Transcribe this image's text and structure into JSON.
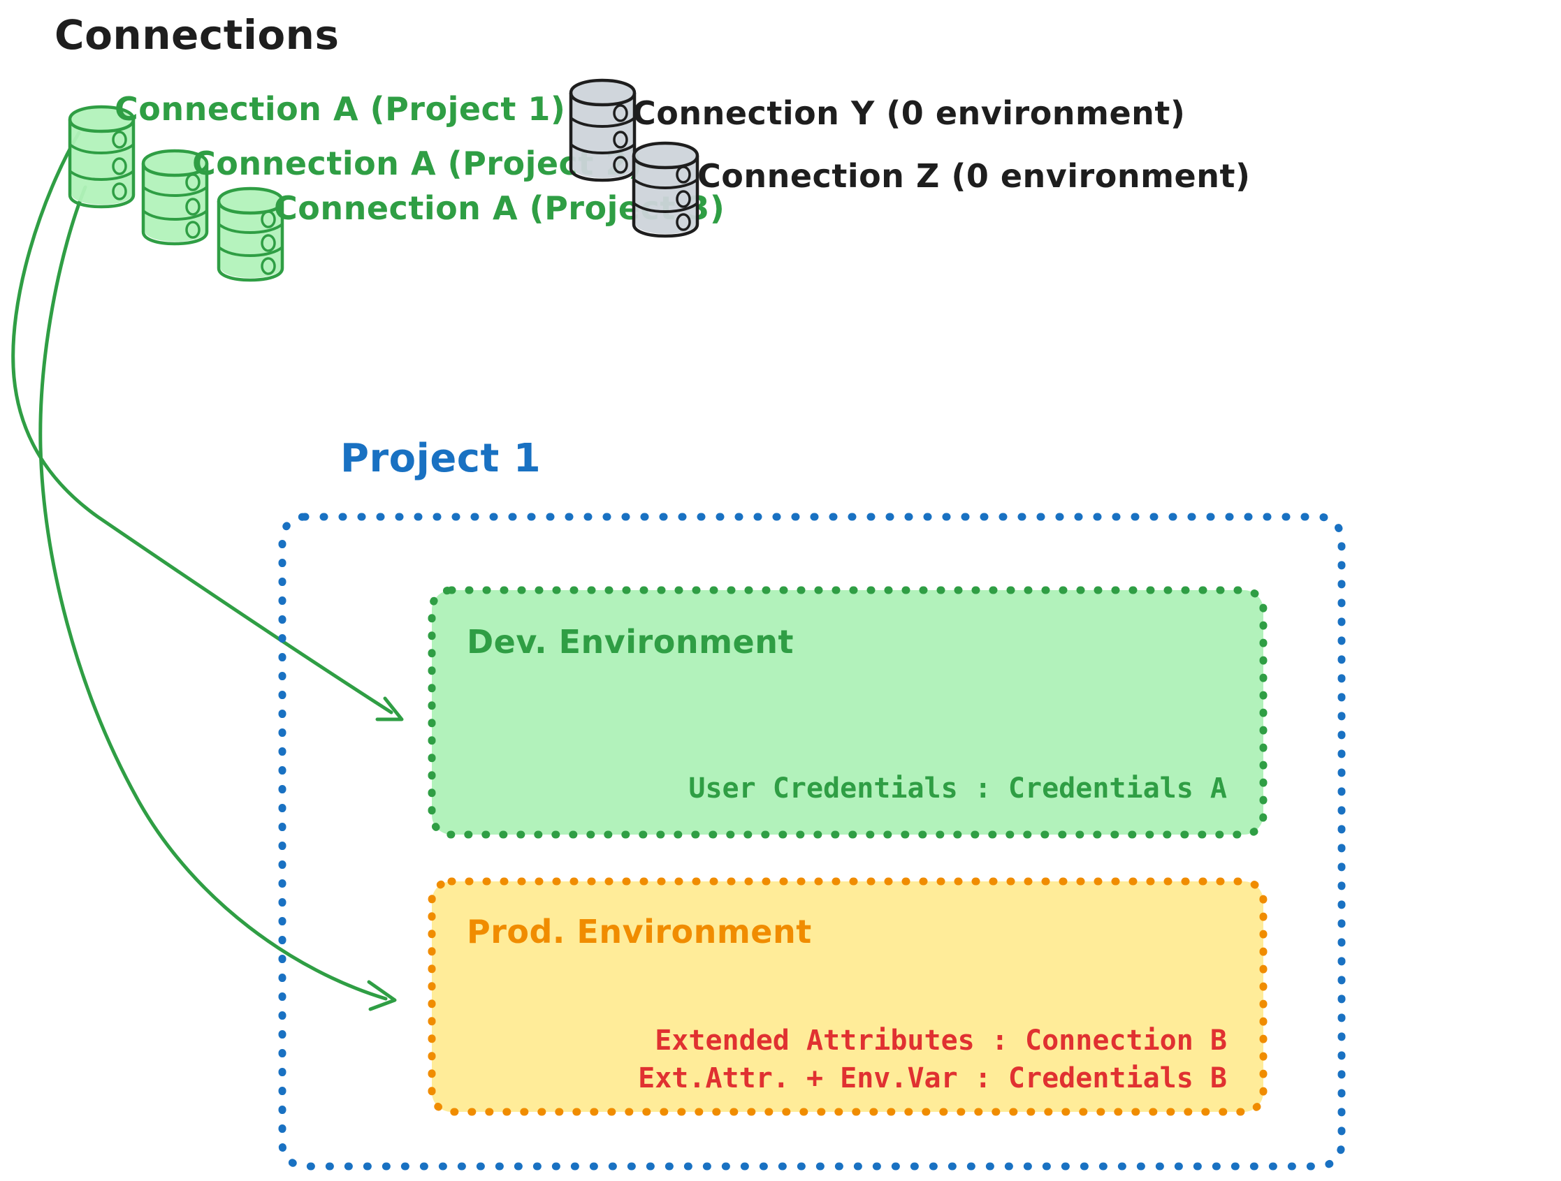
{
  "title": "Connections",
  "colors": {
    "green_stroke": "#2f9e44",
    "green_fill": "#b2f2bb",
    "green_box_fill": "#b2f2bb",
    "gray_stroke": "#1e1e1e",
    "gray_fill": "#ced4da",
    "blue": "#1971c2",
    "orange": "#f08c00",
    "orange_fill": "#ffec99",
    "red": "#e03131",
    "black": "#1e1e1e"
  },
  "connections": {
    "green": [
      {
        "label": "Connection A (Project 1)",
        "icon": "database-icon",
        "color": "#2f9e44"
      },
      {
        "label": "Connection A (Project 2)",
        "icon": "database-icon",
        "color": "#2f9e44"
      },
      {
        "label": "Connection A (Project 3)",
        "icon": "database-icon",
        "color": "#2f9e44"
      }
    ],
    "gray": [
      {
        "label": "Connection Y (0 environment)",
        "icon": "database-icon",
        "color": "#1e1e1e"
      },
      {
        "label": "Connection Z (0 environment)",
        "icon": "database-icon",
        "color": "#1e1e1e"
      }
    ]
  },
  "project": {
    "label": "Project 1",
    "environments": [
      {
        "name": "dev",
        "title": "Dev. Environment",
        "title_color": "#2f9e44",
        "fill": "#b2f2bb",
        "border": "#2f9e44",
        "lines": [
          {
            "text": "User Credentials : Credentials A",
            "color": "#2f9e44"
          }
        ]
      },
      {
        "name": "prod",
        "title": "Prod. Environment",
        "title_color": "#f08c00",
        "fill": "#ffec99",
        "border": "#f08c00",
        "lines": [
          {
            "text": "Extended Attributes : Connection B",
            "color": "#e03131"
          },
          {
            "text": "Ext.Attr. + Env.Var : Credentials B",
            "color": "#e03131"
          }
        ]
      }
    ]
  },
  "arrows": [
    {
      "name": "connection-a-to-dev-arrow",
      "color": "#2f9e44"
    },
    {
      "name": "connection-a-to-prod-arrow",
      "color": "#2f9e44"
    }
  ]
}
